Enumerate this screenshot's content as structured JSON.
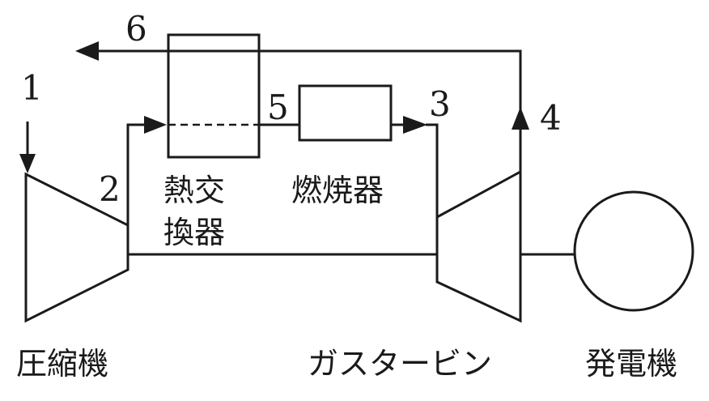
{
  "points": {
    "p1": "1",
    "p2": "2",
    "p3": "3",
    "p4": "4",
    "p5": "5",
    "p6": "6"
  },
  "components": {
    "heat_exchanger_line1": "熱交",
    "heat_exchanger_line2": "換器",
    "combustor": "燃焼器",
    "compressor": "圧縮機",
    "gas_turbine": "ガスタービン",
    "generator": "発電機"
  }
}
